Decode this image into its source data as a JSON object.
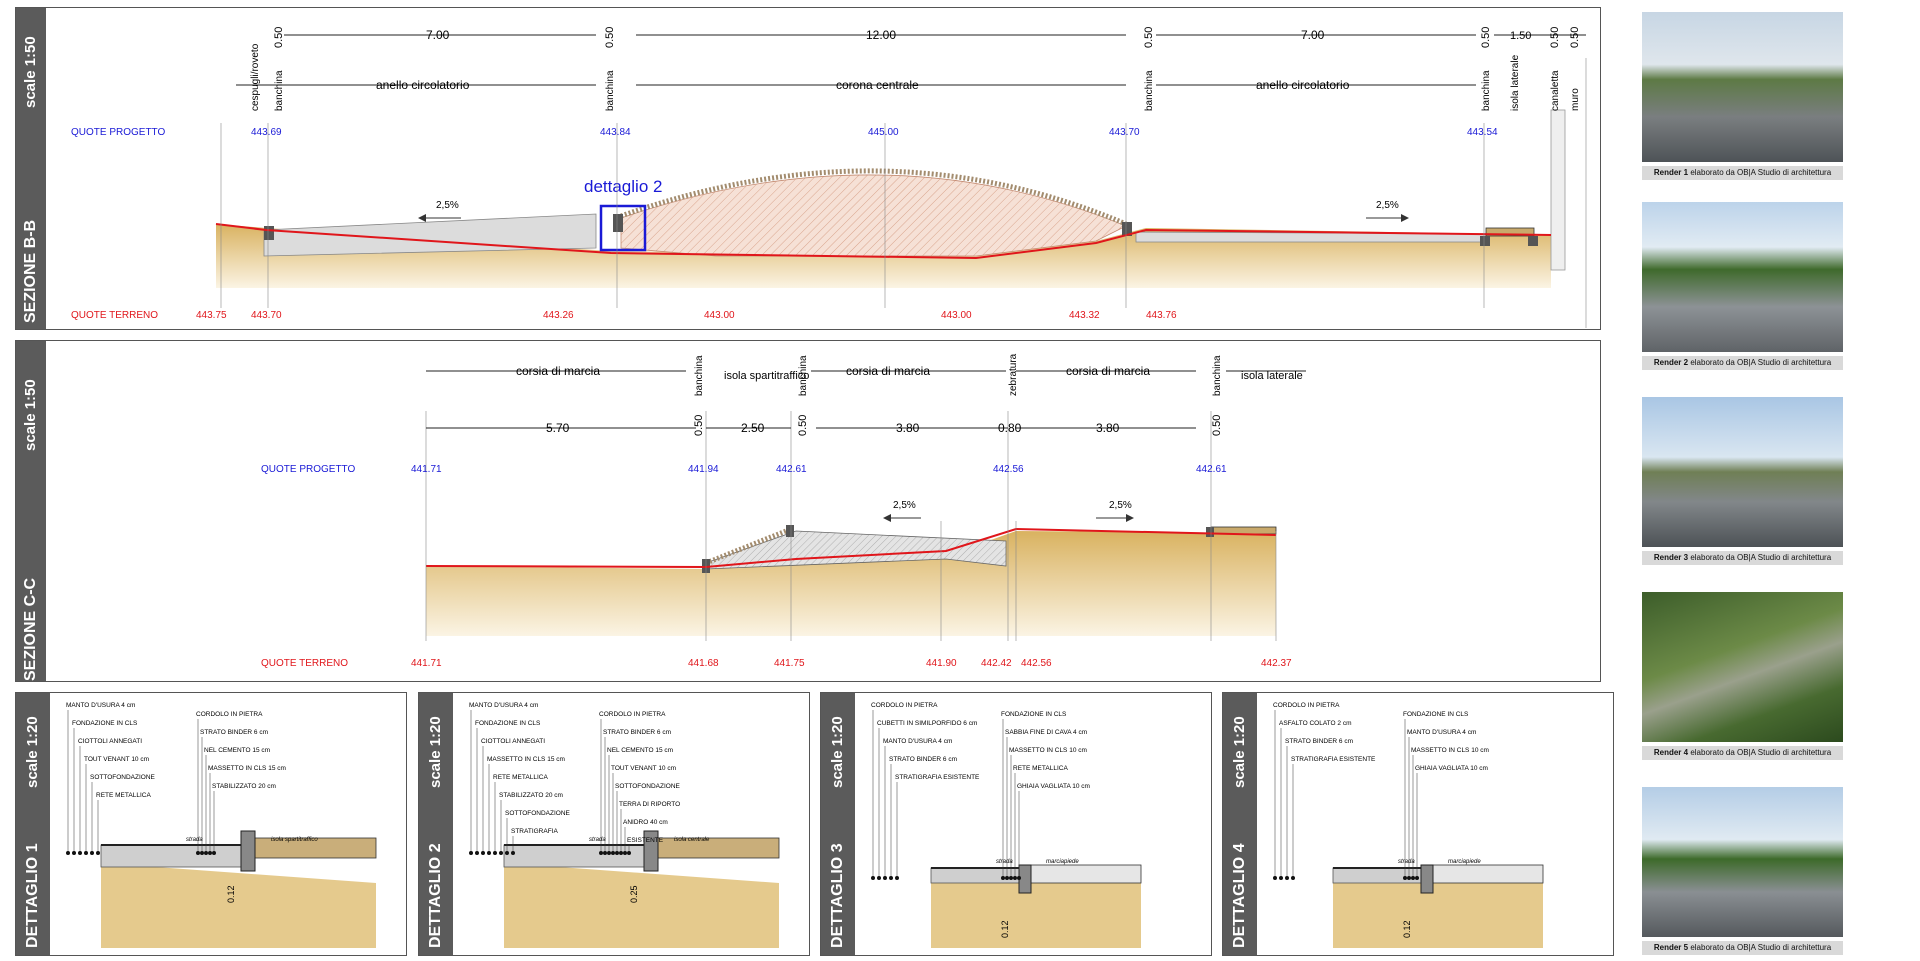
{
  "section_bb": {
    "scale": "scale 1:50",
    "title": "SEZIONE B-B",
    "quote_progetto_label": "QUOTE PROGETTO",
    "quote_terreno_label": "QUOTE TERRENO",
    "dims": [
      "0.50",
      "7.00",
      "0.50",
      "12.00",
      "0.50",
      "7.00",
      "0.50",
      "1.50",
      "0.50",
      "0.50"
    ],
    "zones": [
      "cespugli/roveto",
      "banchina",
      "anello circolatorio",
      "banchina",
      "corona centrale",
      "banchina",
      "anello circolatorio",
      "banchina",
      "isola laterale",
      "canaletta",
      "muro"
    ],
    "quote_progetto": [
      "443.69",
      "443.84",
      "445.00",
      "443.70",
      "443.54"
    ],
    "quote_terreno": [
      "443.75",
      "443.70",
      "443.26",
      "443.00",
      "443.00",
      "443.32",
      "443.76"
    ],
    "slope_left": "2,5%",
    "slope_right": "2,5%",
    "detail_label": "dettaglio 2"
  },
  "section_cc": {
    "scale": "scale 1:50",
    "title": "SEZIONE C-C",
    "quote_progetto_label": "QUOTE PROGETTO",
    "quote_terreno_label": "QUOTE TERRENO",
    "zones": [
      "corsia di marcia",
      "banchina",
      "isola spartitraffico",
      "banchina",
      "corsia di marcia",
      "zebratura",
      "corsia di marcia",
      "banchina",
      "isola laterale"
    ],
    "dims": [
      "5.70",
      "0.50",
      "2.50",
      "0.50",
      "3.80",
      "0.80",
      "3.80",
      "0.50"
    ],
    "quote_progetto": [
      "441.71",
      "441.94",
      "442.61",
      "442.56",
      "442.61"
    ],
    "quote_terreno": [
      "441.71",
      "441.68",
      "441.75",
      "441.90",
      "442.42",
      "442.56",
      "442.37"
    ],
    "slope_left": "2,5%",
    "slope_right": "2,5%"
  },
  "details": [
    {
      "scale": "scale 1:20",
      "title": "DETTAGLIO 1",
      "labels": [
        "MANTO D'USURA 4 cm",
        "CORDOLO IN PIETRA",
        "FONDAZIONE IN CLS",
        "STRATO BINDER 6 cm",
        "CIOTTOLI ANNEGATI",
        "NEL CEMENTO 15 cm",
        "TOUT VENANT 10 cm",
        "MASSETTO IN CLS 15 cm",
        "SOTTOFONDAZIONE",
        "STABILIZZATO 20 cm",
        "RETE METALLICA"
      ],
      "tags": [
        "strada",
        "isola spartitraffico"
      ],
      "dim": "0.12"
    },
    {
      "scale": "scale 1:20",
      "title": "DETTAGLIO 2",
      "labels": [
        "MANTO D'USURA 4 cm",
        "CORDOLO IN PIETRA",
        "FONDAZIONE IN CLS",
        "STRATO BINDER 6 cm",
        "CIOTTOLI ANNEGATI",
        "NEL CEMENTO 15 cm",
        "MASSETTO IN CLS 15 cm",
        "TOUT VENANT 10 cm",
        "RETE METALLICA",
        "SOTTOFONDAZIONE",
        "STABILIZZATO 20 cm",
        "TERRA DI RIPORTO",
        "SOTTOFONDAZIONE",
        "ANIDRO 40 cm",
        "STRATIGRAFIA",
        "ESISTENTE"
      ],
      "tags": [
        "strada",
        "isola centrale"
      ],
      "dim": "0.25"
    },
    {
      "scale": "scale 1:20",
      "title": "DETTAGLIO 3",
      "labels": [
        "CORDOLO IN PIETRA",
        "FONDAZIONE IN CLS",
        "CUBETTI IN SIMILPORFIDO 6 cm",
        "SABBIA FINE DI CAVA 4 cm",
        "MANTO D'USURA 4 cm",
        "MASSETTO IN CLS 10 cm",
        "STRATO BINDER 6 cm",
        "RETE METALLICA",
        "STRATIGRAFIA ESISTENTE",
        "GHIAIA VAGLIATA 10 cm"
      ],
      "tags": [
        "strada",
        "marciapiede"
      ],
      "dim": "0.12"
    },
    {
      "scale": "scale 1:20",
      "title": "DETTAGLIO 4",
      "labels": [
        "CORDOLO IN PIETRA",
        "FONDAZIONE IN CLS",
        "ASFALTO COLATO 2 cm",
        "MANTO D'USURA 4 cm",
        "STRATO BINDER 6 cm",
        "MASSETTO IN CLS 10 cm",
        "STRATIGRAFIA ESISTENTE",
        "GHIAIA VAGLIATA 10 cm"
      ],
      "tags": [
        "strada",
        "marciapiede"
      ],
      "dim": "0.12"
    }
  ],
  "renders": [
    {
      "name": "Render 1",
      "caption": "elaborato da OB|A Studio di architettura"
    },
    {
      "name": "Render 2",
      "caption": "elaborato da OB|A Studio di architettura"
    },
    {
      "name": "Render 3",
      "caption": "elaborato da OB|A Studio di architettura"
    },
    {
      "name": "Render 4",
      "caption": "elaborato da OB|A Studio di architettura"
    },
    {
      "name": "Render 5",
      "caption": "elaborato da OB|A Studio di architettura"
    }
  ],
  "colors": {
    "progetto": "#1a1ad6",
    "terreno": "#e0161b",
    "soil": "#e0c27a",
    "sidebar": "#5b5b5b"
  }
}
